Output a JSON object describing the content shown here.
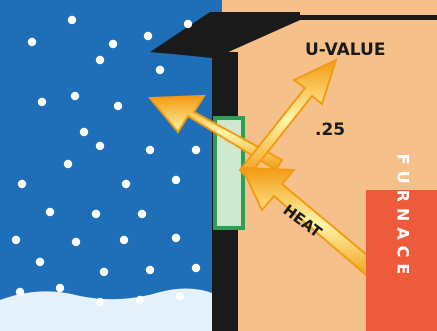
{
  "labels": {
    "u_value": "U-VALUE",
    "u_value_number": ".25",
    "heat": "HEAT",
    "furnace": "FURNACE"
  },
  "colors": {
    "outdoor_sky": "#1e6fb8",
    "interior_wall": "#f5c08a",
    "wall_frame": "#1a1a1a",
    "window_glass": "#cde8cf",
    "window_frame": "#2e9e56",
    "furnace": "#ee5a3c",
    "arrow_outer": "#f6c21a",
    "arrow_inner": "#fff7b8",
    "snow": "#ffffff",
    "snow_ground": "#e4f1fb"
  },
  "icons": {
    "snowflakes": "snow-dots",
    "heat_flow": "arrow-icon"
  }
}
